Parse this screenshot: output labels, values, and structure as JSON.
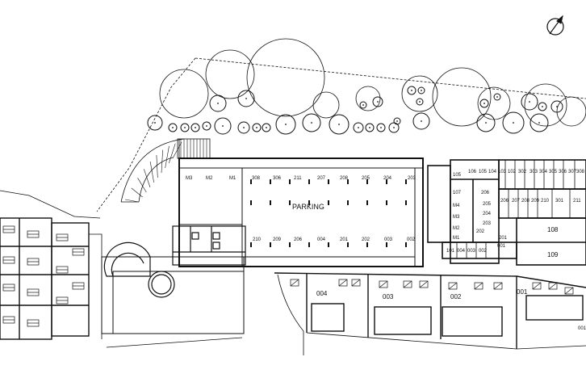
{
  "plan": {
    "parking_label": "PARKING",
    "garage_top_row": [
      "M3",
      "M2",
      "M1",
      "308",
      "306",
      "211",
      "207",
      "208",
      "205",
      "204",
      "203"
    ],
    "garage_bottom_row": [
      "210",
      "209",
      "206",
      "004",
      "201",
      "202",
      "003",
      "002"
    ],
    "core_units": [
      "105",
      "107",
      "M4",
      "M3",
      "M2",
      "M1",
      "206",
      "205",
      "204",
      "203",
      "202",
      "201",
      "101",
      "004",
      "003",
      "002",
      "001"
    ],
    "east_top_row": [
      "106",
      "105",
      "104",
      "103",
      "102",
      "302",
      "303",
      "304",
      "305",
      "306",
      "307",
      "308"
    ],
    "east_mid_row": [
      "206",
      "207",
      "208",
      "209",
      "210",
      "301",
      "211"
    ],
    "east_right_units": [
      "108",
      "109"
    ],
    "ground_units": [
      "004",
      "003",
      "002",
      "001",
      "001"
    ]
  }
}
